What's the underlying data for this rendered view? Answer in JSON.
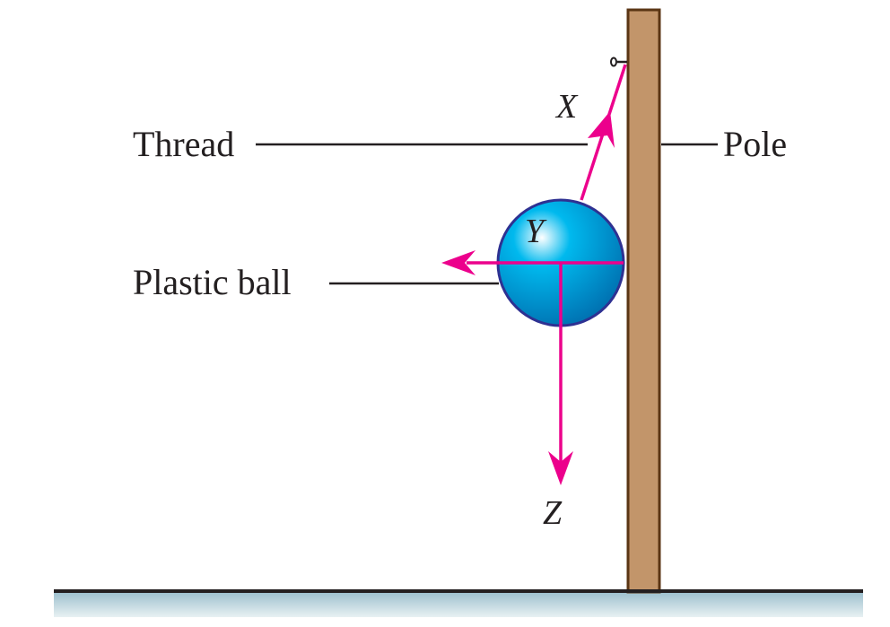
{
  "labels": {
    "thread": "Thread",
    "pole": "Pole",
    "plastic_ball": "Plastic ball"
  },
  "forces": {
    "x": "X",
    "y": "Y",
    "z": "Z"
  },
  "colors": {
    "pole_fill": "#c2956a",
    "pole_stroke": "#5a3514",
    "ball": "#00aeea",
    "ball_stroke": "#2e3192",
    "arrow": "#ec008c",
    "ground": "#231f20"
  }
}
